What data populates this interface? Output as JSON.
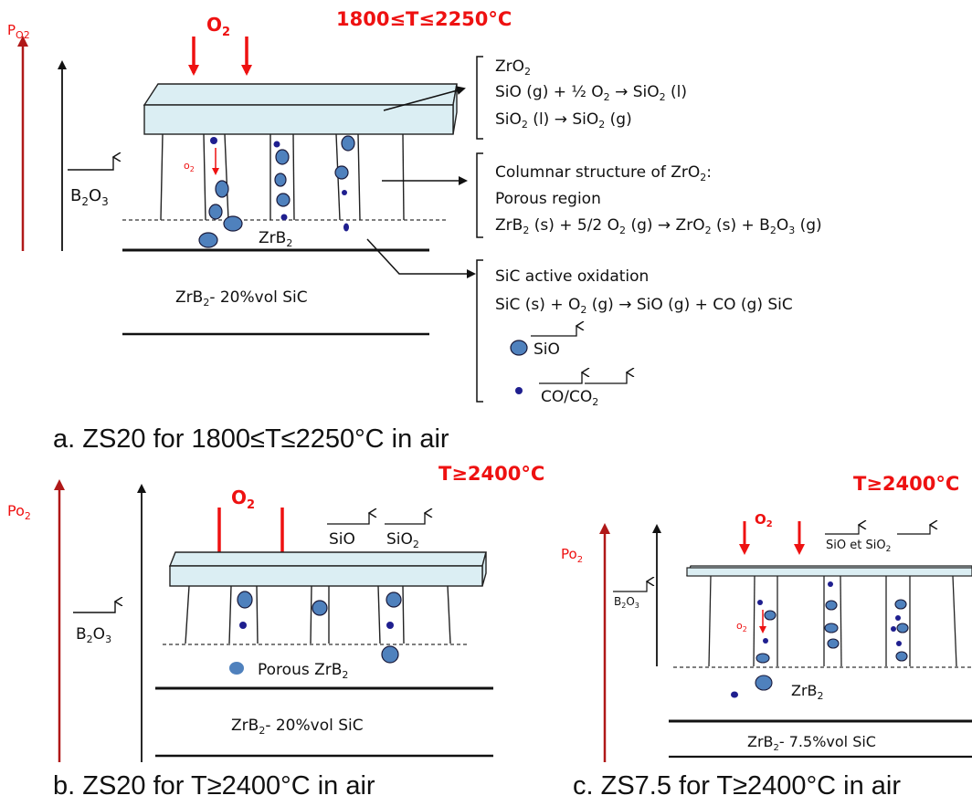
{
  "colors": {
    "red": "#ee1111",
    "dark_red": "#b01818",
    "slab_fill": "#dbeef3",
    "bubble_fill": "#4f81bd",
    "dot_fill": "#1f1f8f"
  },
  "panel_a": {
    "po2": [
      "P",
      "O2"
    ],
    "o2": [
      "O",
      "2"
    ],
    "temp": "1800≤T≤2250°C",
    "small_o2": [
      "o",
      "2"
    ],
    "b2o3": [
      "B",
      "2",
      "O",
      "3"
    ],
    "zrb2": [
      "ZrB",
      "2"
    ],
    "bulk": [
      "ZrB",
      "2",
      "- 20%vol SiC"
    ],
    "box1": [
      [
        "ZrO",
        "2"
      ],
      [
        "SiO (g) + ½ O",
        "2",
        " → SiO",
        "2",
        " (l)"
      ],
      [
        "SiO",
        "2",
        " (l) → SiO",
        "2",
        " (g)"
      ]
    ],
    "box2": [
      [
        "Columnar structure of ZrO",
        "2",
        ":"
      ],
      [
        "Porous region"
      ],
      [
        "ZrB",
        "2",
        " (s) + 5/2 O",
        "2",
        " (g) → ZrO",
        "2",
        " (s) + B",
        "2",
        "O",
        "3",
        " (g)"
      ]
    ],
    "box3": [
      [
        "SiC active oxidation"
      ],
      [
        "SiC (s) + O",
        "2",
        " (g) → SiO (g) + CO (g) SiC"
      ]
    ],
    "legend_sio": "SiO",
    "legend_co": [
      "CO/CO",
      "2"
    ],
    "caption": "a.   ZS20 for 1800≤T≤2250°C in air"
  },
  "panel_b": {
    "po2": [
      "Po",
      "2"
    ],
    "o2": [
      "O",
      "2"
    ],
    "temp": "T≥2400°C",
    "sio": "SiO",
    "sio2": [
      "SiO",
      "2"
    ],
    "b2o3": [
      "B",
      "2",
      "O",
      "3"
    ],
    "porous": [
      "Porous ZrB",
      "2"
    ],
    "bulk": [
      "ZrB",
      "2",
      "- 20%vol SiC"
    ],
    "caption": "b.   ZS20 for T≥2400°C in air"
  },
  "panel_c": {
    "po2": [
      "Po",
      "2"
    ],
    "o2": [
      "O",
      "2"
    ],
    "temp": "T≥2400°C",
    "gas": [
      "SiO  et SiO",
      "2"
    ],
    "b2o3": [
      "B",
      "2",
      "O",
      "3"
    ],
    "small_o2": [
      "o",
      "2"
    ],
    "zrb2": [
      "ZrB",
      "2"
    ],
    "bulk": [
      "ZrB",
      "2",
      "- 7.5%vol SiC"
    ],
    "caption": "c.   ZS7.5 for T≥2400°C in air"
  }
}
